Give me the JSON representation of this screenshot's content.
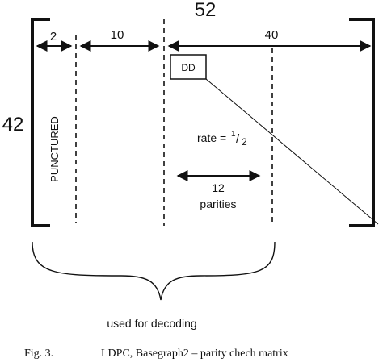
{
  "matrix": {
    "total_columns": "52",
    "rows": "42"
  },
  "segments": {
    "punctured": "2",
    "second": "10",
    "parity": "40"
  },
  "labels": {
    "punctured": "PUNCTURED",
    "dd": "DD",
    "rate_prefix": "rate = ",
    "rate_numerator": "1",
    "rate_slash": "/",
    "rate_denominator": "2",
    "parities_count": "12",
    "parities_label": "parities",
    "brace_label": "used for decoding"
  },
  "caption": {
    "number": "Fig. 3.",
    "text": "LDPC, Basegraph2 – parity chech matrix"
  }
}
